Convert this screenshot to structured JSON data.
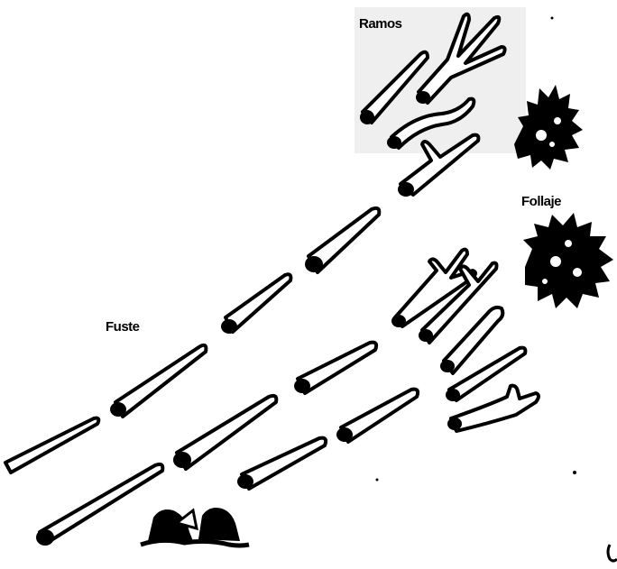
{
  "labels": {
    "ramos": "Ramos",
    "follaje": "Follaje",
    "fuste": "Fuste"
  },
  "colors": {
    "ink": "#000000",
    "paper": "#ffffff",
    "ramos_box": "#efefef"
  },
  "icons": [
    "log-icon",
    "branch-icon",
    "foliage-icon",
    "stump-icon"
  ]
}
